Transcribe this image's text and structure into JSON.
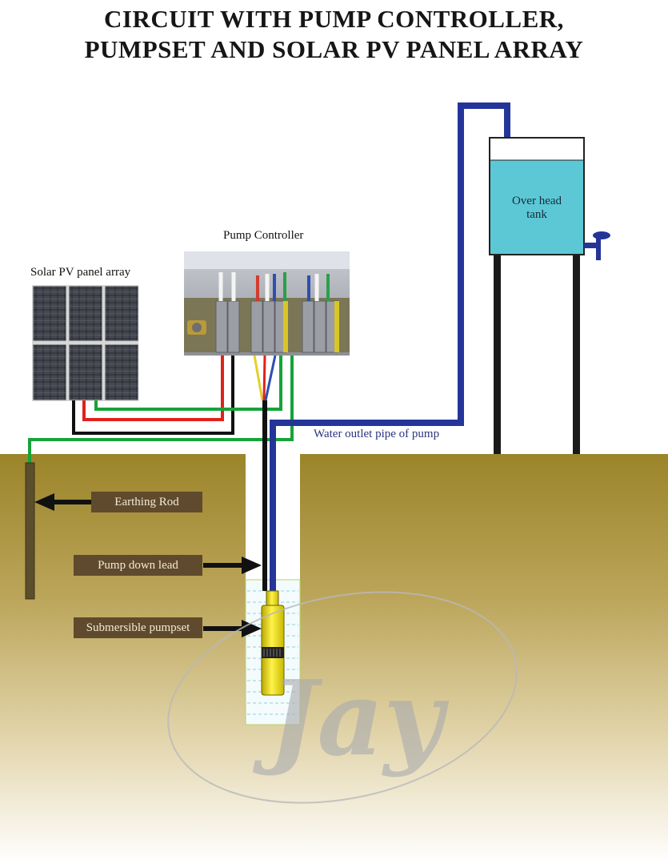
{
  "title": {
    "line1": "CIRCUIT WITH PUMP CONTROLLER,",
    "line2": "PUMPSET AND SOLAR PV PANEL ARRAY"
  },
  "labels": {
    "solar_array": "Solar PV panel array",
    "pump_controller": "Pump Controller",
    "tank_line1": "Over head",
    "tank_line2": "tank",
    "outlet_pipe": "Water outlet pipe of pump"
  },
  "callouts": {
    "earthing_rod": "Earthing Rod",
    "pump_down_lead": "Pump down lead",
    "submersible_pumpset": "Submersible pumpset"
  },
  "watermark": "Jay",
  "colors": {
    "pipe": "#24359a",
    "wire_red": "#e0211d",
    "wire_black": "#111111",
    "wire_green": "#16a33a",
    "water": "#5cc8d6",
    "pump": "#f0e400",
    "ground": "#9b8429",
    "callout_bg": "#5f4a2d"
  }
}
